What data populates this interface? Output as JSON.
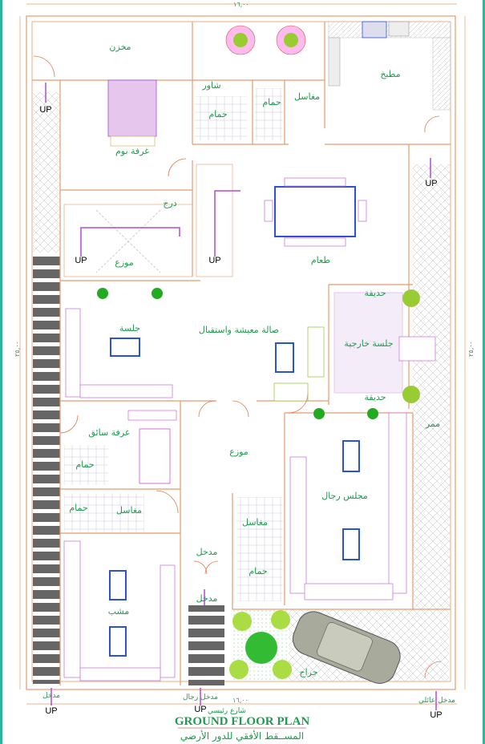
{
  "plan": {
    "title": "GROUND FLOOR PLAN",
    "subtitle": "المســقط الأفقي للدور الأرضي",
    "dimensions": {
      "top": "١٦,٠٠",
      "bottom": "١٦,٠٠",
      "left": "٢٥,٠٠",
      "right": "٢٥,٠٠"
    },
    "street_label": "شارع رئيسي",
    "up_label": "UP",
    "rooms": {
      "storage": "مخزن",
      "shower": "شاور",
      "bath_master": "حمام",
      "bath_top": "حمام",
      "sinks_top": "مغاسل",
      "kitchen": "مطبخ",
      "bedroom": "غرفة نوم",
      "stairs": "درج",
      "dining": "طعام",
      "lobby_top": "موزع",
      "garden_top": "حديقة",
      "garden_bottom": "حديقة",
      "sitting": "جلسة",
      "living": "صالة معيشة واستقبال",
      "outdoor_sitting": "جلسة خارجية",
      "passage": "ممر",
      "driver_room": "غرفة سائق",
      "lobby_mid": "موزع",
      "bath_driver": "حمام",
      "mens_majlis": "مجلس رجال",
      "bath_lower": "حمام",
      "sinks_left": "مغاسل",
      "sinks_right": "مغاسل",
      "entrance_inner": "مدخل",
      "bath_majlis": "حمام",
      "entrance_stair": "مدخل",
      "mashab": "مشب",
      "garage": "جراج",
      "entrance": "مدخل",
      "mens_entrance": "مدخل رجال",
      "family_entrance": "مدخل عائلي"
    },
    "colors": {
      "walls": "#e89a6a",
      "labels": "#1f9a4e",
      "furniture": "#c77be0",
      "tables": "#2a52d8",
      "stairs_dark": "#666666",
      "border": "#2bb59a"
    }
  }
}
